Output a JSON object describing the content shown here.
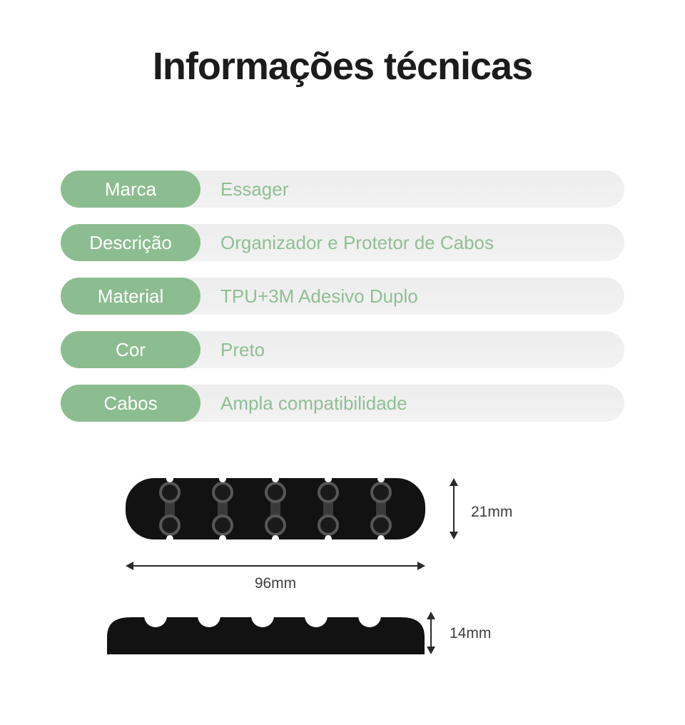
{
  "title": "Informações técnicas",
  "specs": [
    {
      "label": "Marca",
      "value": "Essager"
    },
    {
      "label": "Descrição",
      "value": "Organizador e Protetor de Cabos"
    },
    {
      "label": "Material",
      "value": "TPU+3M Adesivo Duplo"
    },
    {
      "label": "Cor",
      "value": "Preto"
    },
    {
      "label": "Cabos",
      "value": "Ampla compatibilidade"
    }
  ],
  "dimensions": {
    "height": "21mm",
    "width": "96mm",
    "depth": "14mm"
  },
  "colors": {
    "accent_green": "#8cbd90",
    "value_text_green": "#8fbf93",
    "row_gray": "#efefef",
    "title_black": "#1c1c1c",
    "product_black": "#121212",
    "dimension_text": "#3f3f3f"
  }
}
